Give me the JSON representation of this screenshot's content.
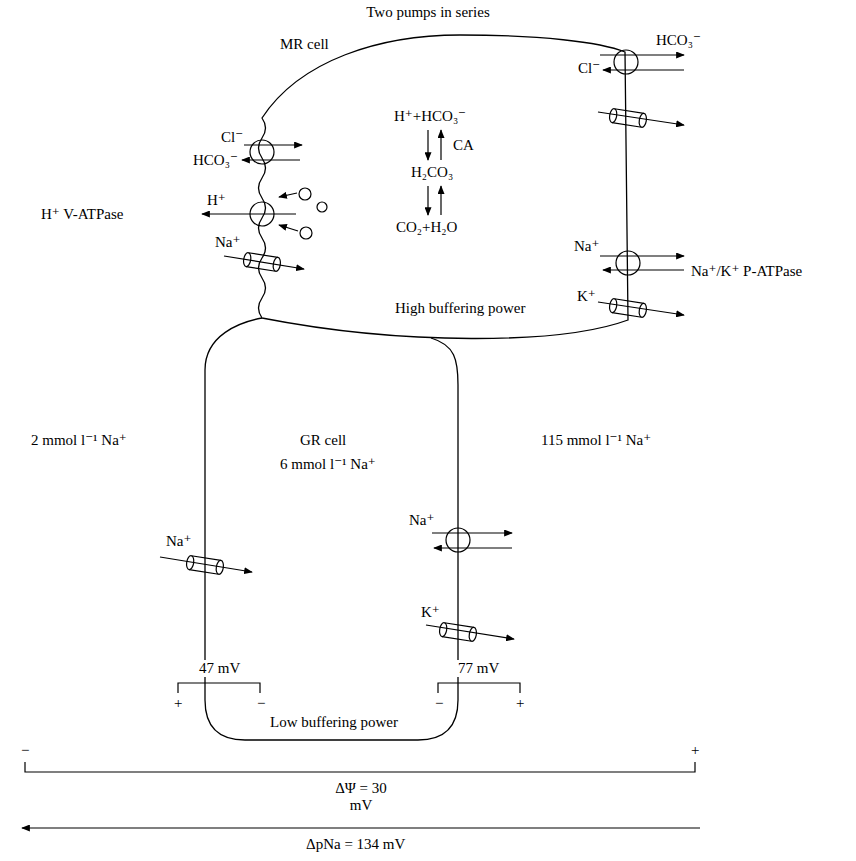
{
  "diagram": {
    "title": "Two pumps in series",
    "nodes": [
      {
        "text": [
          "MR cell",
          "High buffering power"
        ]
      },
      {
        "text": [
          "GR cell",
          "6 mmol l⁻¹ Na⁺",
          "Low buffering power"
        ]
      }
    ],
    "labels": [
      "HCO₃⁻",
      "Cl⁻",
      "Cl⁻",
      "HCO₃⁻",
      "H⁺+HCO₃⁻",
      "H⁺ V-ATPase",
      "H⁺",
      "CA",
      "H₂CO₃",
      "CO₂+H₂O",
      "Na⁺",
      "Na⁺",
      "Na⁺/K⁺ P-ATPase",
      "K⁺",
      "2 mmol l⁻¹ Na⁺",
      "115 mmol l⁻¹ Na⁺",
      "Na⁺",
      "Na⁺",
      "K⁺",
      "47 mV",
      "+",
      "−",
      "77 mV",
      "−",
      "+",
      "−",
      "+",
      "ΔΨ = 30 mV",
      "ΔpNa = 134 mV"
    ]
  }
}
